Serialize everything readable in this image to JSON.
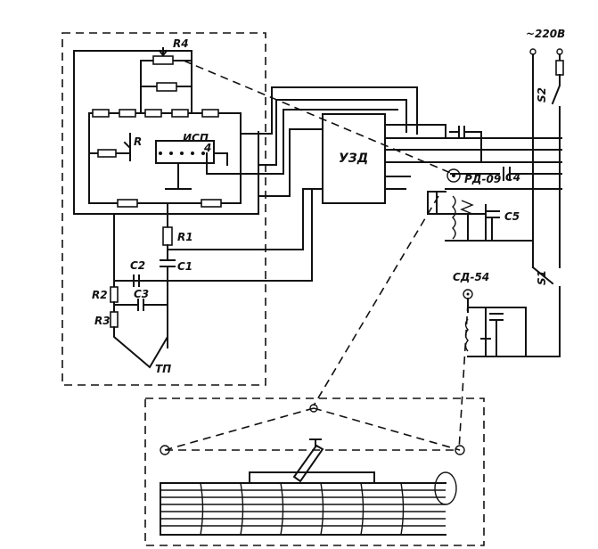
{
  "labels": {
    "r4": "R4",
    "r": "R",
    "isp": "ИСП",
    "isp_pin": "4",
    "uzd": "УЗД",
    "r1": "R1",
    "c1": "C1",
    "c2": "C2",
    "c3": "C3",
    "r2": "R2",
    "r3": "R3",
    "tp": "ТП",
    "mains": "~220В",
    "s2": "S2",
    "s1": "S1",
    "rd09": "РД-09",
    "c4": "C4",
    "c5": "C5",
    "sd54": "СД-54"
  }
}
